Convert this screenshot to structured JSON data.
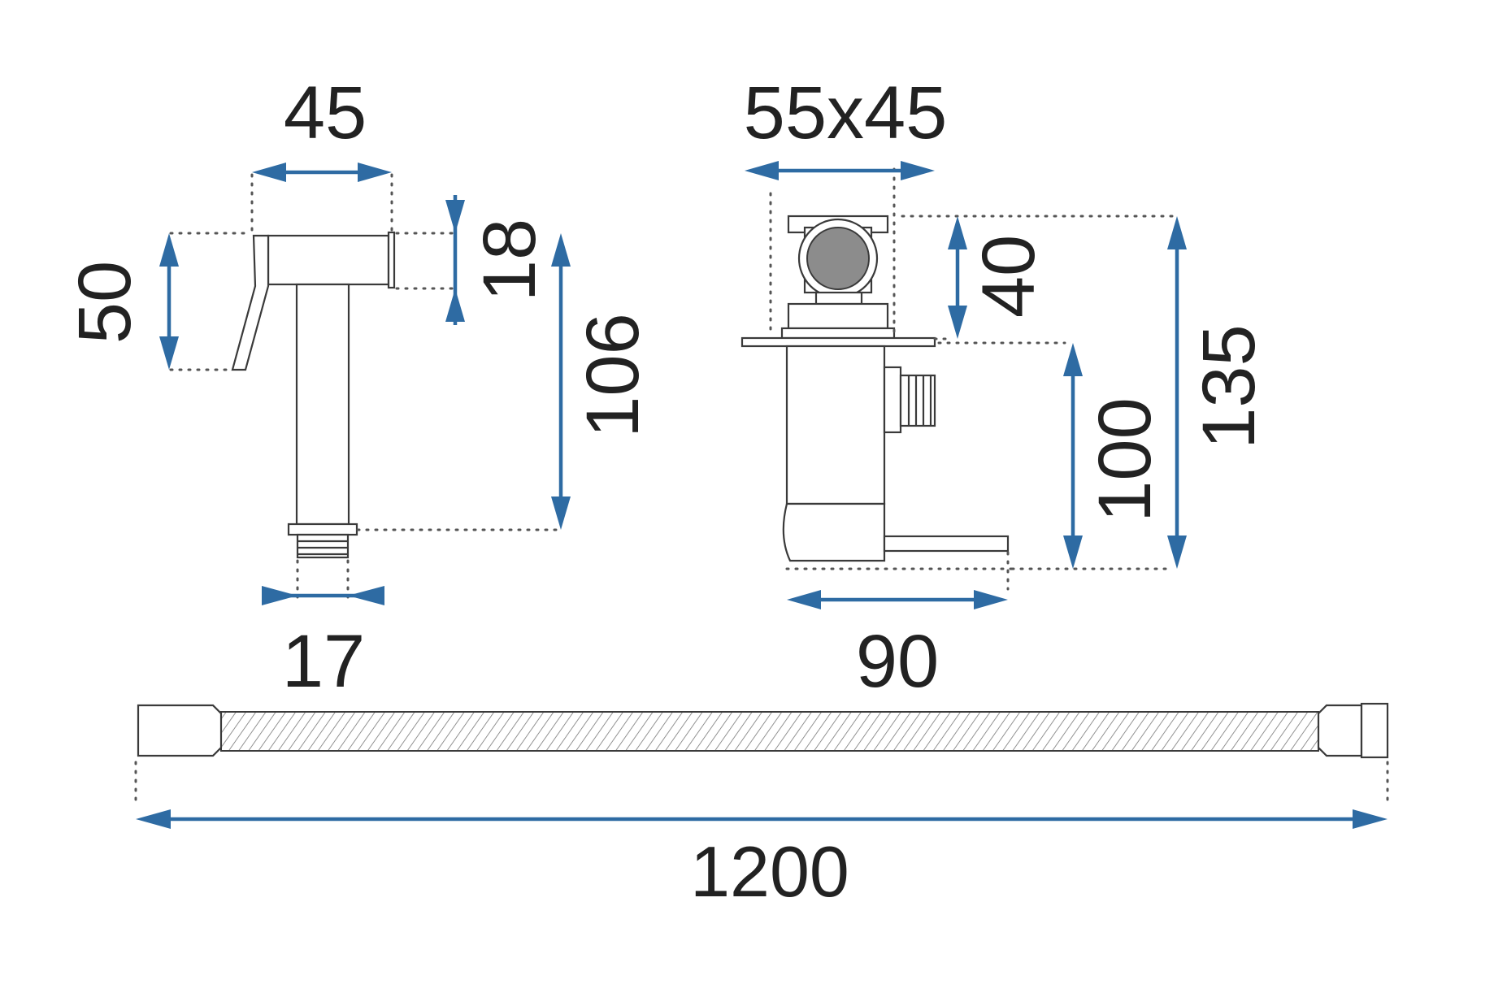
{
  "dimensions": {
    "handset_width": "45",
    "handset_height": "50",
    "handset_head_height": "18",
    "handset_total_height": "106",
    "handset_connector": "17",
    "valve_plate": "55x45",
    "valve_top": "40",
    "valve_body": "100",
    "valve_total_height": "135",
    "valve_depth": "90",
    "hose_length": "1200"
  },
  "colors": {
    "arrow": "#2e6ba3",
    "outline": "#3a3a3a",
    "text": "#222222"
  }
}
